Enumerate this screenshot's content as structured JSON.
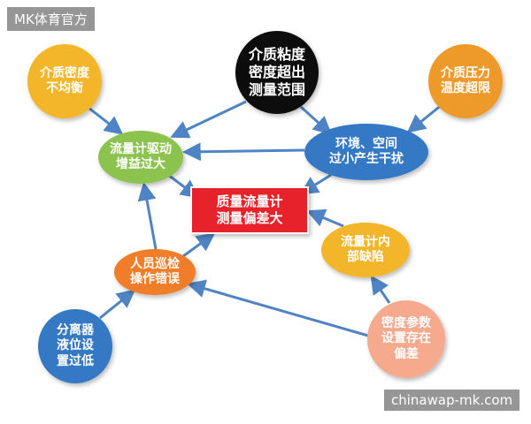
{
  "watermark_top": "MK体育官方",
  "watermark_bottom": "chinawap-mk.com",
  "colors": {
    "yellow": "#f3b52c",
    "black": "#0d0d0d",
    "orange_gold": "#ee9a2a",
    "green": "#8cc34f",
    "blue": "#3478c4",
    "red": "#e8202a",
    "orange": "#ef7d2a",
    "peach": "#f5a98d",
    "arrow": "#4f84c4"
  },
  "nodes": [
    {
      "id": "density_uneven",
      "lines": [
        "介质密度",
        "不均衡"
      ]
    },
    {
      "id": "viscosity_high",
      "lines": [
        "介质粘度",
        "密度超出",
        "测量范围"
      ]
    },
    {
      "id": "pressure_temp_high",
      "lines": [
        "介质压力",
        "温度超限"
      ]
    },
    {
      "id": "drive_gain_high",
      "lines": [
        "流量计驱动",
        "增益过大"
      ]
    },
    {
      "id": "environment_interference",
      "lines": [
        "环境、空间",
        "过小产生干扰"
      ]
    },
    {
      "id": "mass_flow_deviation",
      "lines": [
        "质量流量计",
        "测量偏差大"
      ]
    },
    {
      "id": "operator_error",
      "lines": [
        "人员巡检",
        "操作错误"
      ]
    },
    {
      "id": "internal_defect",
      "lines": [
        "流量计内",
        "部缺陷"
      ]
    },
    {
      "id": "separator_level_low",
      "lines": [
        "分离器",
        "液位设",
        "置过低"
      ]
    },
    {
      "id": "density_param_error",
      "lines": [
        "密度参数",
        "设置存在",
        "偏差"
      ]
    }
  ]
}
